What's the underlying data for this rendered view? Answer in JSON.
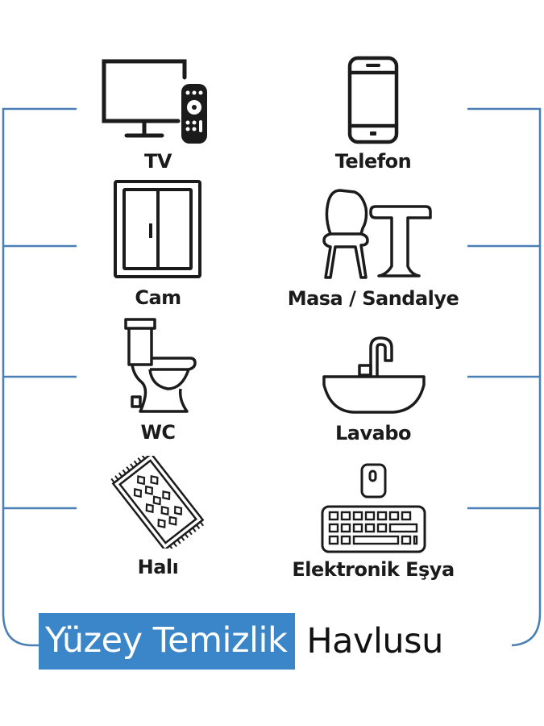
{
  "colors": {
    "accent": "#3a86c8",
    "bracket": "#4a7fb5",
    "icon": "#1b1b1b"
  },
  "items": [
    {
      "label": "TV",
      "icon": "tv-with-remote-icon"
    },
    {
      "label": "Telefon",
      "icon": "smartphone-icon"
    },
    {
      "label": "Cam",
      "icon": "window-icon"
    },
    {
      "label": "Masa / Sandalye",
      "icon": "table-chair-icon"
    },
    {
      "label": "WC",
      "icon": "toilet-icon"
    },
    {
      "label": "Lavabo",
      "icon": "sink-icon"
    },
    {
      "label": "Halı",
      "icon": "rug-icon"
    },
    {
      "label": "Elektronik Eşya",
      "icon": "keyboard-mouse-icon"
    }
  ],
  "title": {
    "highlight": "Yüzey Temizlik",
    "rest": "Havlusu"
  }
}
